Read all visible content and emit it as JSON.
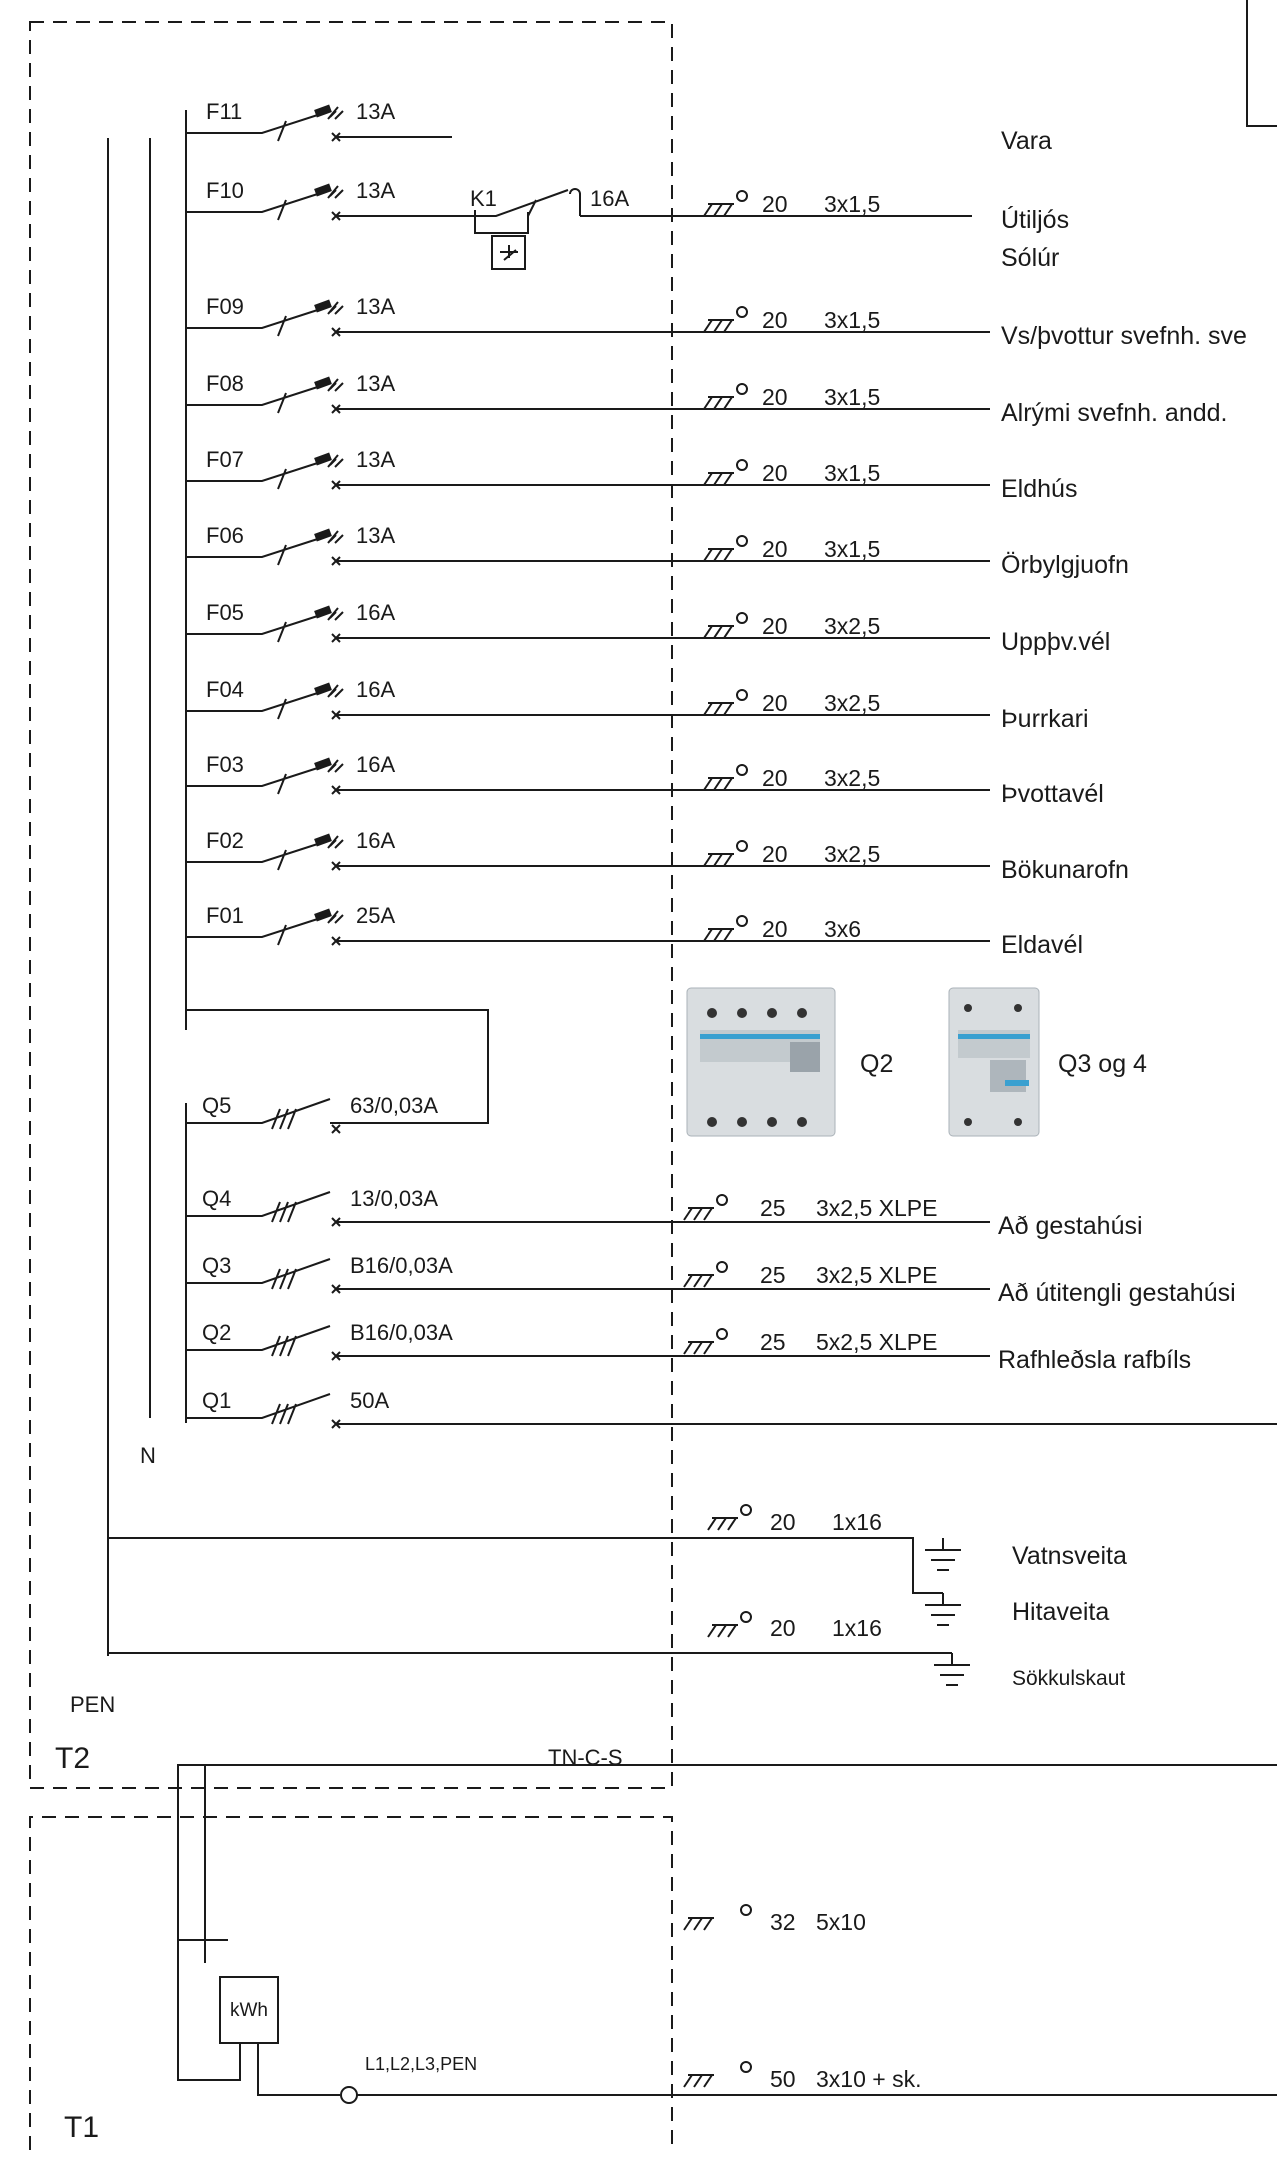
{
  "panel_t2": {
    "label": "T2",
    "system": "TN-C-S",
    "pen_label": "PEN",
    "n_label": "N"
  },
  "panel_t1": {
    "label": "T1",
    "meter": "kWh",
    "phases_label": "L1,L2,L3,PEN"
  },
  "circuits_f": [
    {
      "id": "F11",
      "rating": "13A",
      "cable_dia": "",
      "cable": "",
      "dest": "Vara"
    },
    {
      "id": "F10",
      "rating": "13A",
      "cable_dia": "20",
      "cable": "3x1,5",
      "dest": "Útiljós",
      "dest2": "Sólúr",
      "contactor": "K1",
      "contactor_rating": "16A"
    },
    {
      "id": "F09",
      "rating": "13A",
      "cable_dia": "20",
      "cable": "3x1,5",
      "dest": "Vs/þvottur svefnh. sve"
    },
    {
      "id": "F08",
      "rating": "13A",
      "cable_dia": "20",
      "cable": "3x1,5",
      "dest": "Alrými svefnh. andd."
    },
    {
      "id": "F07",
      "rating": "13A",
      "cable_dia": "20",
      "cable": "3x1,5",
      "dest": "Eldhús"
    },
    {
      "id": "F06",
      "rating": "13A",
      "cable_dia": "20",
      "cable": "3x1,5",
      "dest": "Örbylgjuofn"
    },
    {
      "id": "F05",
      "rating": "16A",
      "cable_dia": "20",
      "cable": "3x2,5",
      "dest": "Uppþv.vél"
    },
    {
      "id": "F04",
      "rating": "16A",
      "cable_dia": "20",
      "cable": "3x2,5",
      "dest": "Þurrkari"
    },
    {
      "id": "F03",
      "rating": "16A",
      "cable_dia": "20",
      "cable": "3x2,5",
      "dest": "Þvottavél"
    },
    {
      "id": "F02",
      "rating": "16A",
      "cable_dia": "20",
      "cable": "3x2,5",
      "dest": "Bökunarofn"
    },
    {
      "id": "F01",
      "rating": "25A",
      "cable_dia": "20",
      "cable": "3x6",
      "dest": "Eldavél"
    }
  ],
  "circuits_q": [
    {
      "id": "Q5",
      "rating": "63/0,03A",
      "cable_dia": "",
      "cable": "",
      "dest": ""
    },
    {
      "id": "Q4",
      "rating": "13/0,03A",
      "cable_dia": "25",
      "cable": "3x2,5 XLPE",
      "dest": "Að gestahúsi"
    },
    {
      "id": "Q3",
      "rating": "B16/0,03A",
      "cable_dia": "25",
      "cable": "3x2,5 XLPE",
      "dest": "Að útitengli gestahúsi"
    },
    {
      "id": "Q2",
      "rating": "B16/0,03A",
      "cable_dia": "25",
      "cable": "5x2,5 XLPE",
      "dest": "Rafhleðsla rafbíls"
    },
    {
      "id": "Q1",
      "rating": "50A",
      "cable_dia": "",
      "cable": "",
      "dest": ""
    }
  ],
  "device_photos": [
    {
      "label": "Q2"
    },
    {
      "label": "Q3 og 4"
    }
  ],
  "earthing": [
    {
      "cable_dia": "20",
      "cable": "1x16",
      "dest": "Vatnsveita"
    },
    {
      "cable_dia": "",
      "cable": "",
      "dest": "Hitaveita"
    },
    {
      "cable_dia": "20",
      "cable": "1x16",
      "dest": "Sökkulskaut"
    }
  ],
  "t1_lines": [
    {
      "cable_dia": "32",
      "cable": "5x10"
    },
    {
      "cable_dia": "50",
      "cable": "3x10 + sk."
    }
  ],
  "colors": {
    "line": "#1a1a1a",
    "device_body": "#d9dde0",
    "device_shade": "#b9c0c6",
    "device_accent": "#3aa0d0"
  }
}
